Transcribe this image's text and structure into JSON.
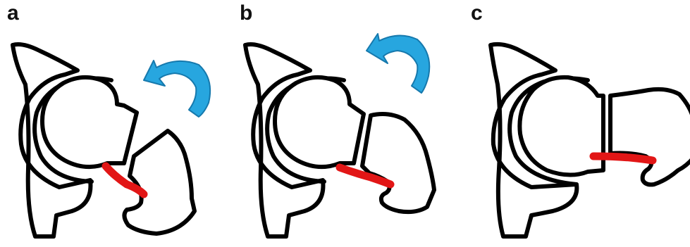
{
  "panels": [
    {
      "label": "a",
      "arrow_icon": "curved-arrow-icon",
      "arrow_color": "#27a6df"
    },
    {
      "label": "b",
      "arrow_icon": "curved-arrow-icon",
      "arrow_color": "#27a6df"
    },
    {
      "label": "c"
    }
  ],
  "colors": {
    "outline": "#000000",
    "highlight": "#e21616",
    "arrow": "#27a6df"
  }
}
